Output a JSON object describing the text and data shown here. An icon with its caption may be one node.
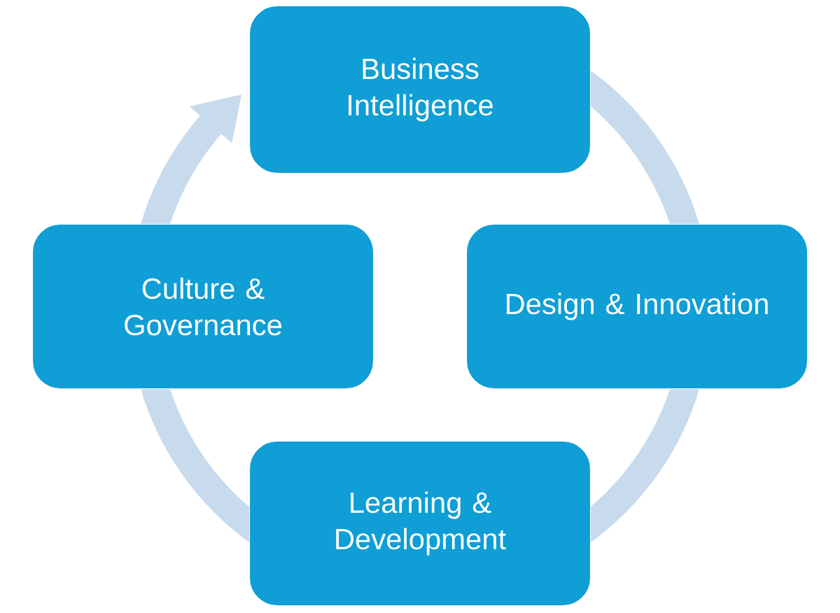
{
  "diagram": {
    "nodes": [
      {
        "text": [
          "Business Intelligence"
        ]
      },
      {
        "text": [
          "Culture & Governance"
        ]
      },
      {
        "text": [
          "Design & Innovation"
        ]
      },
      {
        "text": [
          "Learning & Development"
        ]
      }
    ],
    "edges": [
      {
        "from": 0,
        "to": 2,
        "arrow": "none"
      },
      {
        "from": 2,
        "to": 3,
        "arrow": "none"
      },
      {
        "from": 3,
        "to": 1,
        "arrow": "none"
      },
      {
        "from": 1,
        "to": 0,
        "arrow": "to"
      }
    ]
  }
}
